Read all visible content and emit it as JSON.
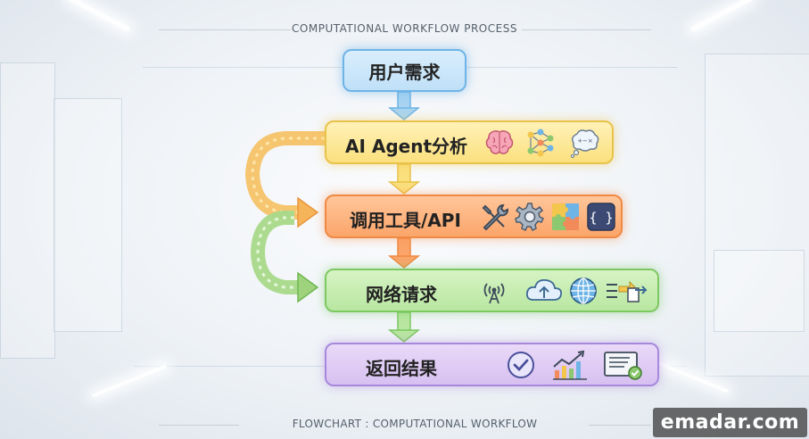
{
  "header": {
    "title": "COMPUTATIONAL WORKFLOW PROCESS"
  },
  "footer": {
    "title": "FLOWCHART : COMPUTATIONAL WORKFLOW"
  },
  "watermark": {
    "text": "emadar.com"
  },
  "steps": [
    {
      "label": "用户需求",
      "color": "#bfe0f8",
      "icons": []
    },
    {
      "label": "AI Agent分析",
      "color": "#fbe07e",
      "icons": [
        "brain-icon",
        "neural-network-icon",
        "thinking-bubble-icon"
      ]
    },
    {
      "label": "调用工具/API",
      "color": "#fba56a",
      "icons": [
        "tools-icon",
        "gear-icon",
        "puzzle-icon",
        "code-braces-icon"
      ]
    },
    {
      "label": "网络请求",
      "color": "#b9e7a1",
      "icons": [
        "antenna-icon",
        "cloud-upload-icon",
        "globe-icon",
        "data-transfer-icon"
      ]
    },
    {
      "label": "返回结果",
      "color": "#d7c0f1",
      "icons": [
        "checkmark-icon",
        "growth-chart-icon",
        "report-document-icon"
      ]
    }
  ],
  "connectors": {
    "main_arrow_color": "#7bbbe8",
    "loop_arrows": [
      {
        "from": "AI Agent分析",
        "to": "调用工具/API",
        "color": "#f2b45a"
      },
      {
        "from": "调用工具/API",
        "to": "网络请求",
        "color": "#9fd27c"
      }
    ]
  }
}
